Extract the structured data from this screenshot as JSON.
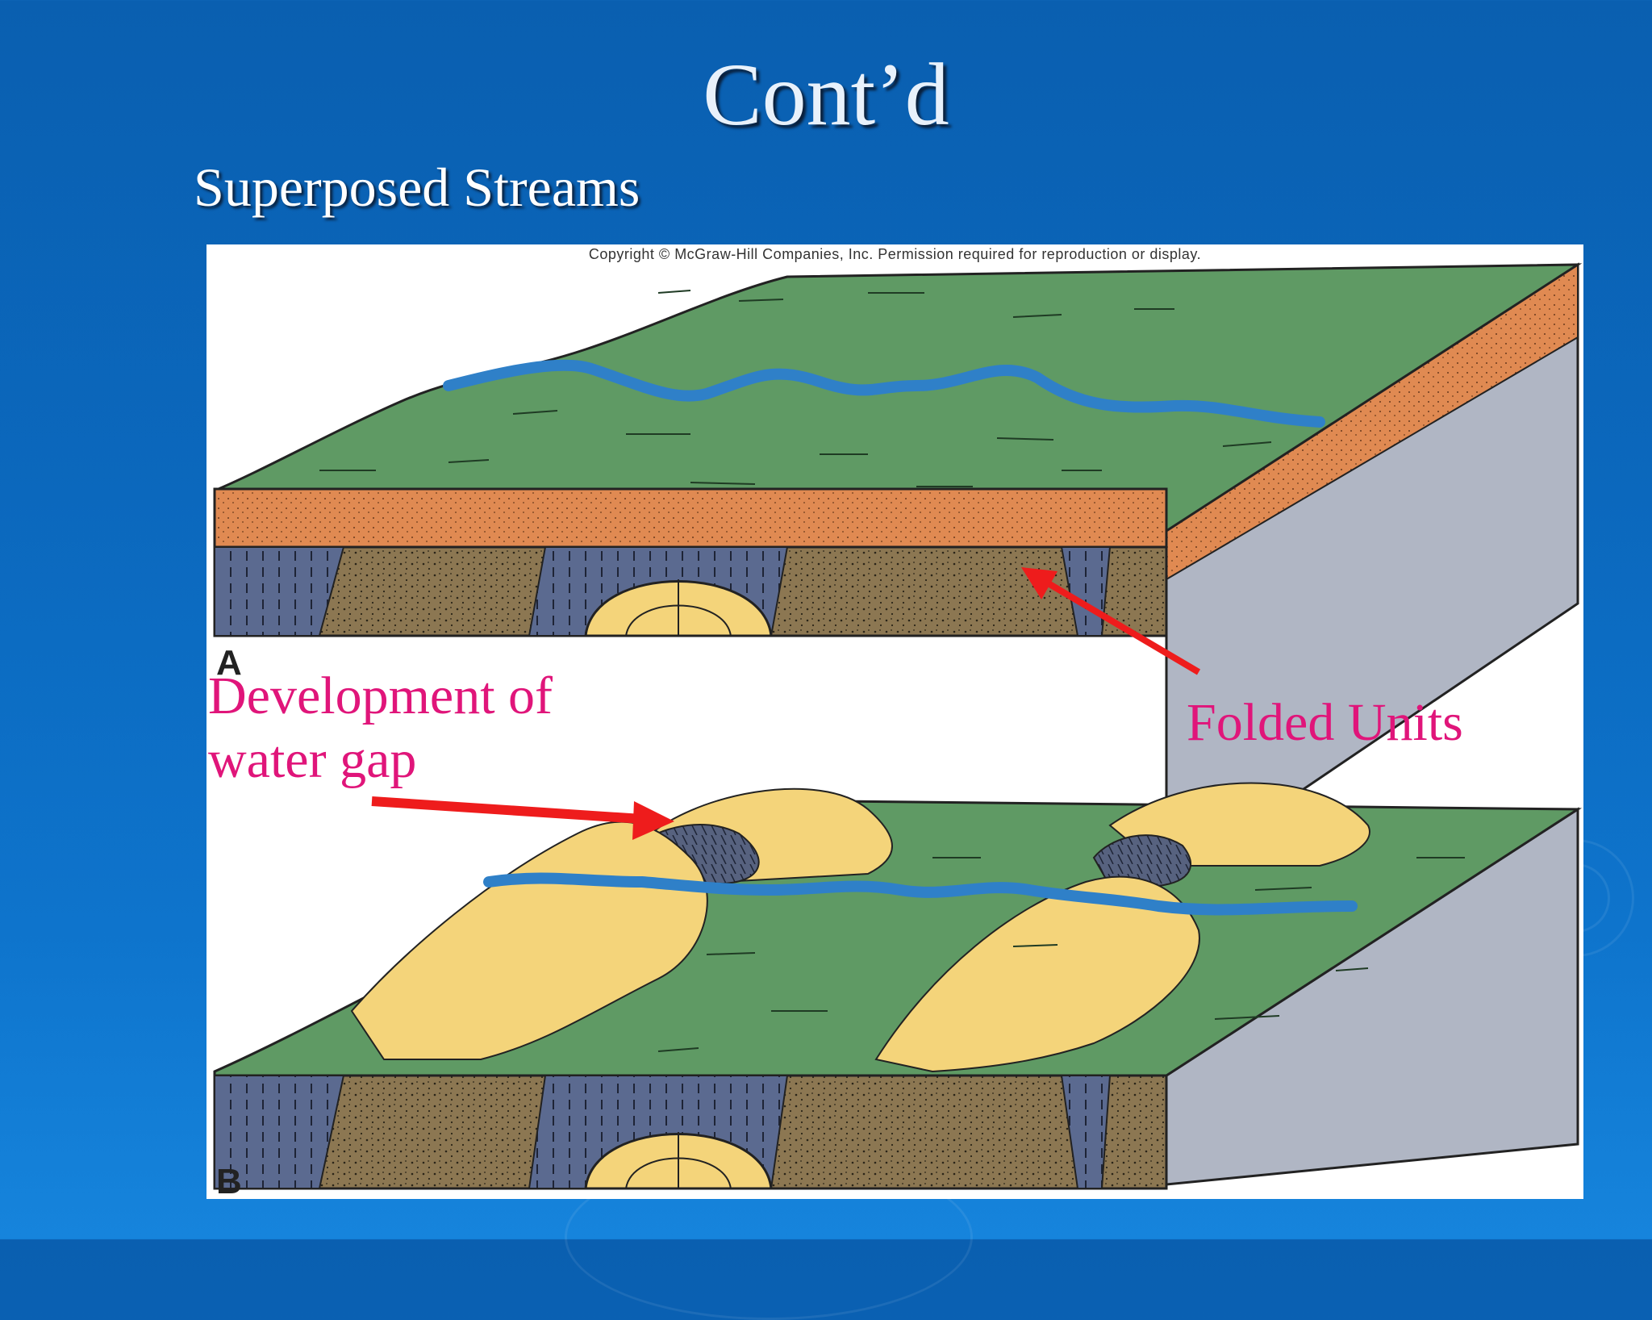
{
  "slide": {
    "title": "Cont’d",
    "subtitle": "Superposed Streams"
  },
  "figure": {
    "copyright": "Copyright © McGraw-Hill Companies, Inc. Permission required for reproduction or display.",
    "panel_a_label": "A",
    "panel_b_label": "B"
  },
  "annotations": {
    "water_gap_line1": "Development of",
    "water_gap_line2": "water gap",
    "folded_units": "Folded Units"
  },
  "colors": {
    "background": "#0b68bd",
    "land": "#5f9a64",
    "stream": "#2f80c8",
    "sediment_cover": "#e08a52",
    "sandstone": "#8c7752",
    "shale": "#5b6a90",
    "limestone": "#f4d47a",
    "annotation": "#e0157a",
    "arrow": "#ee1c1c"
  }
}
